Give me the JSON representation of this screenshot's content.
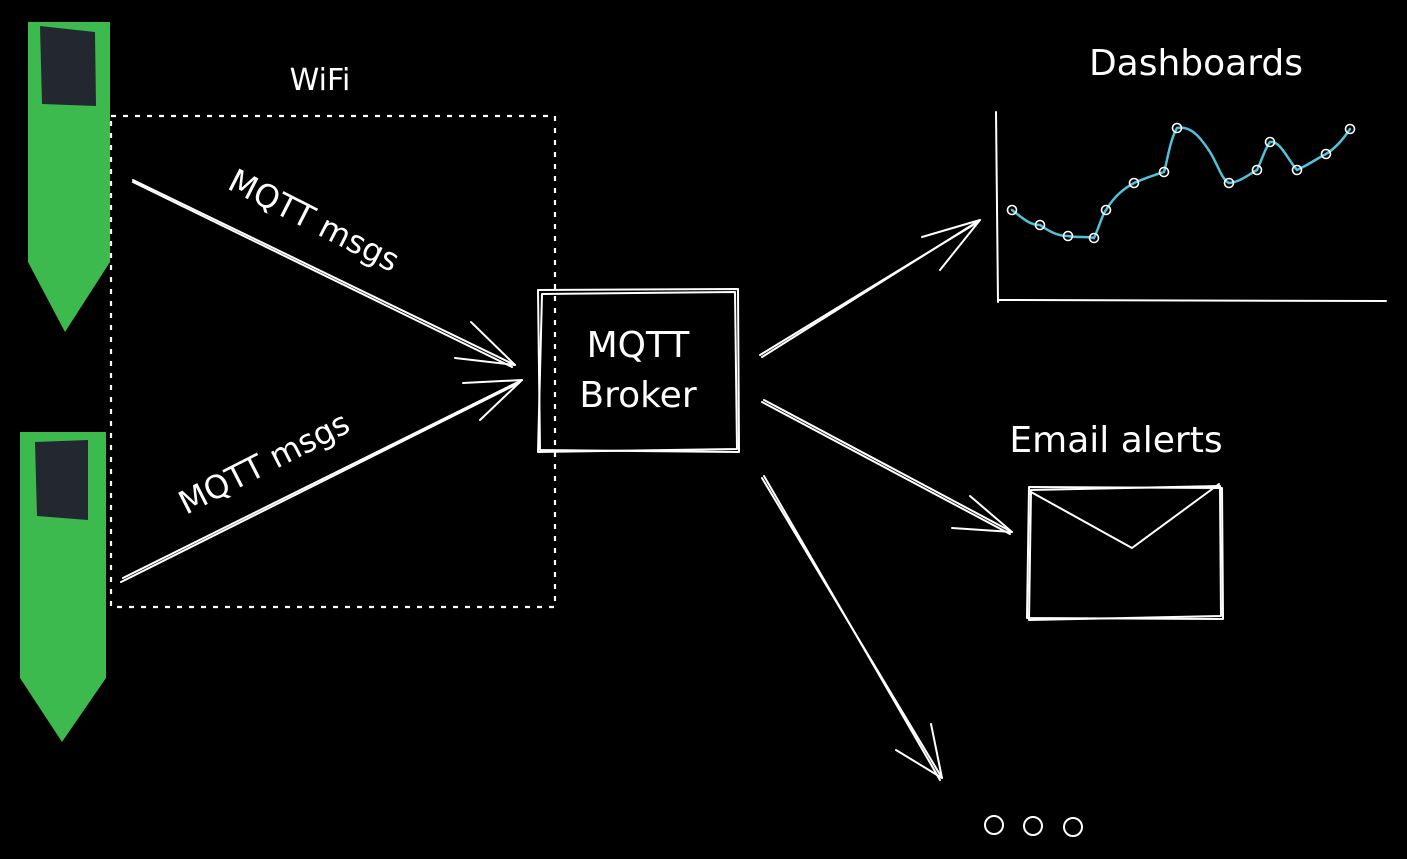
{
  "labels": {
    "wifi": "WiFi",
    "msg_top": "MQTT msgs",
    "msg_bottom": "MQTT msgs",
    "broker_line1": "MQTT",
    "broker_line2": "Broker",
    "dashboards": "Dashboards",
    "email_alerts": "Email alerts"
  },
  "colors": {
    "background": "#000000",
    "device_body": "#3dba4e",
    "device_screen": "#232830",
    "line": "#ffffff",
    "chart_line": "#4fc3d9"
  },
  "icons": {
    "device": "sensor-device-icon",
    "envelope": "envelope-icon",
    "more": "ellipsis-icon"
  }
}
